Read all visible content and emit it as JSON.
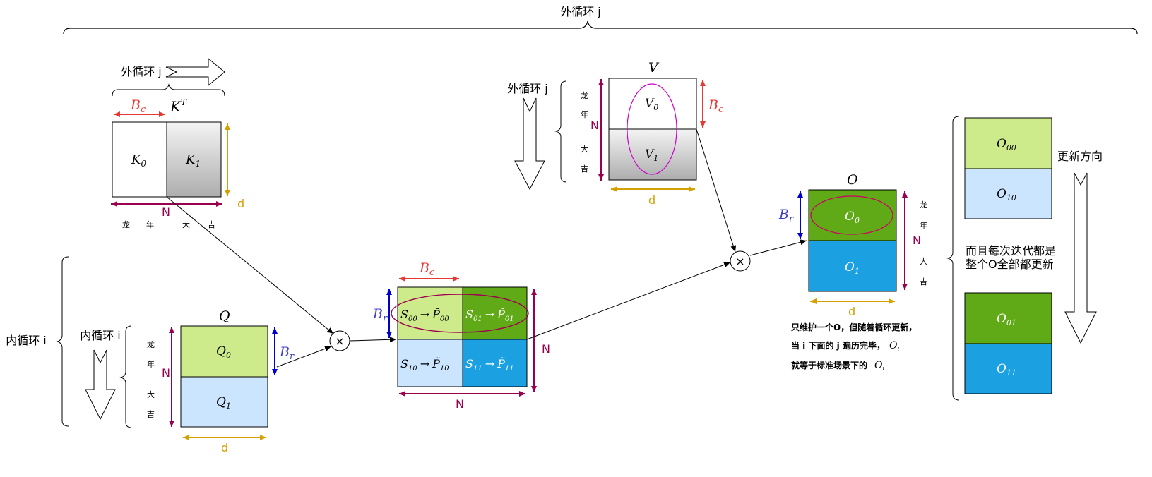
{
  "top_brace_label": "外循环 j",
  "kt": {
    "loop_label": "外循环 j",
    "title": "K",
    "title_sup": "T",
    "bc": "B",
    "bc_sub": "c",
    "b0": "K",
    "b0_sub": "0",
    "b1": "K",
    "b1_sub": "1",
    "d": "d",
    "n": "N",
    "chars": [
      "龙",
      "年",
      "大",
      "吉"
    ]
  },
  "q": {
    "outer_label": "内循环 i",
    "loop_label": "内循环 i",
    "title": "Q",
    "b0": "Q",
    "b0_sub": "0",
    "b1": "Q",
    "b1_sub": "1",
    "br": "B",
    "br_sub": "r",
    "n": "N",
    "d": "d",
    "chars": [
      "龙",
      "年",
      "大",
      "吉"
    ]
  },
  "s": {
    "bc": "B",
    "bc_sub": "c",
    "br": "B",
    "br_sub": "r",
    "n_right": "N",
    "n_bottom": "N",
    "c00": {
      "s": "S",
      "s_sub": "00",
      "p": "P̃",
      "p_sub": "00"
    },
    "c01": {
      "s": "S",
      "s_sub": "01",
      "p": "P̃",
      "p_sub": "01"
    },
    "c10": {
      "s": "S",
      "s_sub": "10",
      "p": "P̃",
      "p_sub": "10"
    },
    "c11": {
      "s": "S",
      "s_sub": "11",
      "p": "P̃",
      "p_sub": "11"
    },
    "arrow": "→"
  },
  "v": {
    "loop_label": "外循环 j",
    "title": "V",
    "b0": "V",
    "b0_sub": "0",
    "b1": "V",
    "b1_sub": "1",
    "bc": "B",
    "bc_sub": "c",
    "n": "N",
    "d": "d",
    "chars": [
      "龙",
      "年",
      "大",
      "吉"
    ]
  },
  "o": {
    "title": "O",
    "b0": "O",
    "b0_sub": "0",
    "b1": "O",
    "b1_sub": "1",
    "br": "B",
    "br_sub": "r",
    "n": "N",
    "d": "d",
    "chars": [
      "龙",
      "年",
      "大",
      "吉"
    ],
    "note_line1": "只维护一个O，但随着循环更新，",
    "note_line2a": "当 i 下面的 j 遍历完毕，",
    "note_line2b": "O",
    "note_line2b_sub": "i",
    "note_line3a": "就等于标准场景下的",
    "note_line3b": "O",
    "note_line3b_sub": "i"
  },
  "right": {
    "direction_label": "更新方向",
    "middle_line1": "而且每次迭代都是",
    "middle_line2": "整个O全部都更新",
    "o00": "O",
    "o00_sub": "00",
    "o10": "O",
    "o10_sub": "10",
    "o01": "O",
    "o01_sub": "01",
    "o11": "O",
    "o11_sub": "11"
  },
  "mult_symbol": "×",
  "colors": {
    "light_green": "#cdeb8b",
    "dark_green": "#60a917",
    "light_blue": "#cce5ff",
    "blue": "#1ba1e2",
    "maroon": "#99004d",
    "red": "#e53935",
    "gold": "#d4a000",
    "indigo": "#0000cc",
    "magenta": "#cc00cc"
  }
}
